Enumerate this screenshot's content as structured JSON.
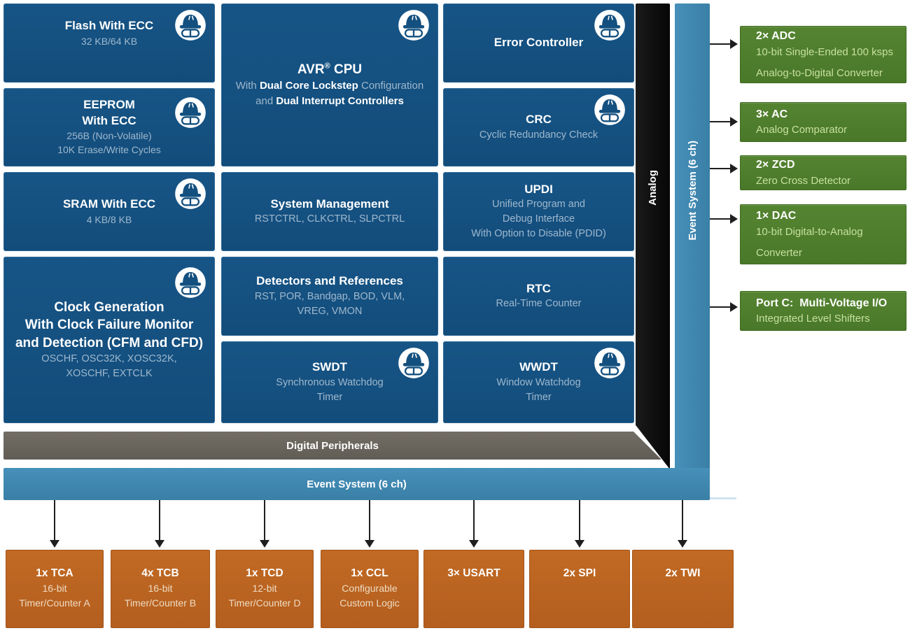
{
  "diagram": {
    "memory_col": {
      "flash": {
        "title": "Flash With ECC",
        "sub": "32 KB/64 KB"
      },
      "eeprom": {
        "title_line1": "EEPROM",
        "title_line2": "With ECC",
        "sub_line1": "256B (Non-Volatile)",
        "sub_line2": "10K Erase/Write Cycles"
      },
      "sram": {
        "title": "SRAM With ECC",
        "sub": "4 KB/8 KB"
      },
      "clock": {
        "title_line1": "Clock Generation",
        "title_line2": "With Clock Failure Monitor",
        "title_line3": "and Detection (CFM and CFD)",
        "sub_line1": "OSCHF, OSC32K, XOSC32K,",
        "sub_line2": "XOSCHF, EXTCLK"
      }
    },
    "cpu_col": {
      "cpu": {
        "title_pre": "AVR",
        "title_reg": "®",
        "title_post": " CPU",
        "sub1_a": "With ",
        "sub1_b": "Dual Core Lockstep",
        "sub1_c": " Configuration",
        "sub2_a": "and ",
        "sub2_b": "Dual Interrupt Controllers"
      },
      "sysmgmt": {
        "title": "System Management",
        "sub": "RSTCTRL, CLKCTRL, SLPCTRL"
      },
      "detectors": {
        "title": "Detectors and References",
        "sub_line1": "RST, POR, Bandgap, BOD, VLM,",
        "sub_line2": "VREG, VMON"
      },
      "swdt": {
        "title": "SWDT",
        "sub_line1": "Synchronous Watchdog",
        "sub_line2": "Timer"
      }
    },
    "right_col": {
      "error": {
        "title": "Error Controller"
      },
      "crc": {
        "title": "CRC",
        "sub": "Cyclic Redundancy Check"
      },
      "updi": {
        "title": "UPDI",
        "sub_line1": "Unified Program and",
        "sub_line2": "Debug Interface",
        "sub_line3": "With Option to Disable (PDID)"
      },
      "rtc": {
        "title": "RTC",
        "sub": "Real-Time Counter"
      },
      "wwdt": {
        "title": "WWDT",
        "sub_line1": "Window Watchdog",
        "sub_line2": "Timer"
      }
    },
    "bars": {
      "analog": "Analog",
      "event_vertical": "Event System (6 ch)",
      "digital_peripherals": "Digital Peripherals",
      "event_horizontal": "Event System (6 ch)"
    },
    "analog_blocks": [
      {
        "title": "2× ADC",
        "line1": "10-bit Single-Ended 100 ksps",
        "line2": "Analog-to-Digital Converter"
      },
      {
        "title": "3× AC",
        "line1": "Analog Comparator"
      },
      {
        "title": "2× ZCD",
        "line1": "Zero Cross Detector"
      },
      {
        "title": "1× DAC",
        "line1": "10-bit Digital-to-Analog",
        "line2": "Converter"
      },
      {
        "title": "Port C:  Multi-Voltage I/O",
        "line1": "Integrated Level Shifters"
      }
    ],
    "digital_blocks": [
      {
        "title": "1x TCA",
        "sub_line1": "16-bit",
        "sub_line2": "Timer/Counter A"
      },
      {
        "title": "4x TCB",
        "sub_line1": "16-bit",
        "sub_line2": "Timer/Counter B"
      },
      {
        "title": "1x TCD",
        "sub_line1": "12-bit",
        "sub_line2": "Timer/Counter D"
      },
      {
        "title": "1x CCL",
        "sub_line1": "Configurable",
        "sub_line2": "Custom Logic"
      },
      {
        "title": "3× USART"
      },
      {
        "title": "2x SPI"
      },
      {
        "title": "2x TWI"
      }
    ],
    "colors": {
      "block_blue": "#14507F",
      "event_blue": "#3E86AE",
      "analog_black": "#0D0D0D",
      "peripheral_gray": "#6A665E",
      "analog_green": "#4E7D2C",
      "digital_orange": "#BC6420",
      "sub_text_blue": "#9FB8CD",
      "sub_text_green": "#C6E09E",
      "sub_text_orange": "#EEDCC2"
    },
    "icon_meaning": "functional-safety-helmet-goggles"
  }
}
